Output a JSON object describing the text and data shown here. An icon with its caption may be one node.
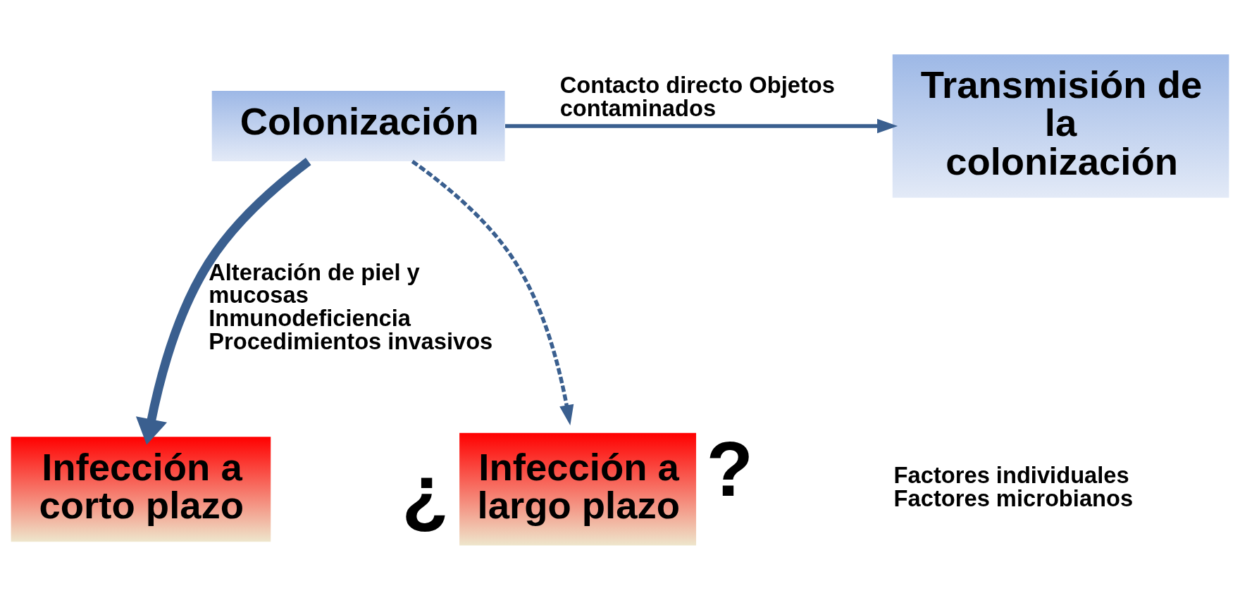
{
  "diagram": {
    "nodes": [
      {
        "text": [
          "Colonización"
        ]
      },
      {
        "text": [
          "Transmisión de la colonización"
        ]
      },
      {
        "text": [
          "Infección a corto plazo"
        ]
      },
      {
        "text": [
          "Infección a largo plazo"
        ],
        "beside": [
          "¿",
          "?"
        ]
      }
    ],
    "edges": [
      {
        "from": 0,
        "to": 1,
        "arrow": "to",
        "label": "Contacto directo Objetos contaminados"
      },
      {
        "from": 0,
        "to": 2,
        "arrow": "to",
        "style": "thick",
        "label": "Alteración de piel y mucosas Inmunodeficiencia Procedimientos invasivos"
      },
      {
        "from": 0,
        "to": 3,
        "arrow": "to",
        "style": "dashed"
      }
    ],
    "labels": [
      "Factores individuales Factores microbianos"
    ]
  }
}
